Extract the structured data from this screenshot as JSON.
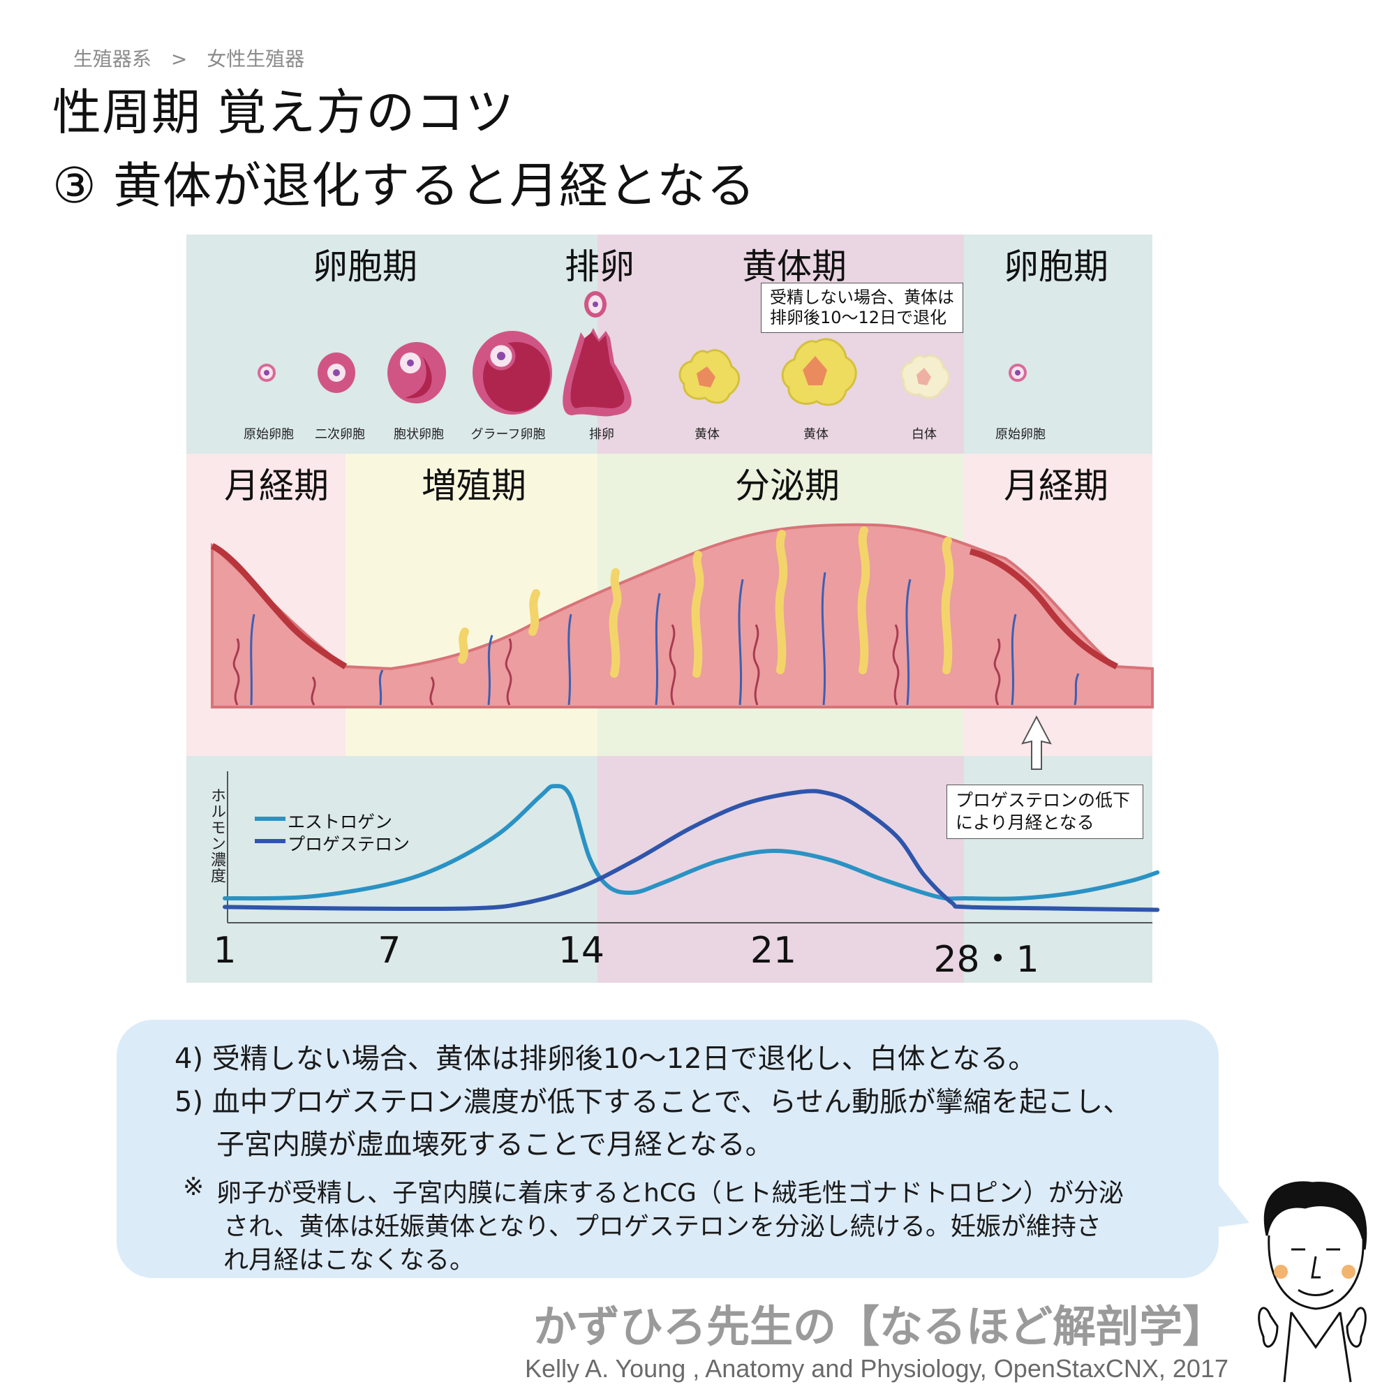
{
  "breadcrumb": [
    "生殖器系",
    ">",
    "女性生殖器"
  ],
  "title": {
    "line1": "性周期 覚え方のコツ",
    "line2": "③ 黄体が退化すると月経となる"
  },
  "ovary_phases": [
    "卵胞期",
    "排卵",
    "黄体期",
    "卵胞期"
  ],
  "ovary_note": [
    "受精しない場合、黄体は",
    "排卵後10〜12日で退化"
  ],
  "follicle_labels": [
    "原始卵胞",
    "二次卵胞",
    "胞状卵胞",
    "グラーフ卵胞",
    "排卵",
    "黄体",
    "黄体",
    "白体",
    "原始卵胞"
  ],
  "uterine_phases": [
    "月経期",
    "増殖期",
    "分泌期",
    "月経期"
  ],
  "colors": {
    "follicular_bg": "#dbe9e8",
    "luteal_bg": "#e9d6e2",
    "menstrual_bg": "#fbe8ea",
    "proliferative_bg": "#f9f8df",
    "secretory_bg": "#ebf3de",
    "estrogen": "#2a92c4",
    "progesterone": "#2f55ab",
    "bubble": "#dcebf8"
  },
  "hormone_note": [
    "プロゲステロンの低下",
    "により月経となる"
  ],
  "chart_data": {
    "type": "line",
    "ylabel": "ホルモン濃度",
    "xlabel": "",
    "xlim": [
      1,
      35
    ],
    "ylim": [
      0,
      100
    ],
    "x_ticks": [
      1,
      7,
      14,
      21,
      28
    ],
    "x_tick_labels": [
      "1",
      "7",
      "14",
      "21",
      "28・1"
    ],
    "legend": "top-left",
    "series": [
      {
        "name": "エストロゲン",
        "color": "#2a92c4",
        "points": [
          [
            1,
            17
          ],
          [
            4,
            18
          ],
          [
            7,
            27
          ],
          [
            9,
            40
          ],
          [
            11,
            62
          ],
          [
            12.5,
            88
          ],
          [
            13,
            95
          ],
          [
            13.6,
            88
          ],
          [
            14.3,
            45
          ],
          [
            15,
            25
          ],
          [
            15.9,
            21
          ],
          [
            17,
            28
          ],
          [
            19,
            43
          ],
          [
            21,
            50
          ],
          [
            23,
            44
          ],
          [
            25,
            30
          ],
          [
            27,
            18
          ],
          [
            28,
            17
          ],
          [
            30,
            17
          ],
          [
            32,
            21
          ],
          [
            34,
            29
          ],
          [
            35,
            35
          ]
        ]
      },
      {
        "name": "プロゲステロン",
        "color": "#2f55ab",
        "points": [
          [
            1,
            11
          ],
          [
            5,
            10
          ],
          [
            10,
            10
          ],
          [
            12,
            14
          ],
          [
            14,
            25
          ],
          [
            16,
            44
          ],
          [
            18,
            66
          ],
          [
            20,
            83
          ],
          [
            22,
            91
          ],
          [
            23,
            90
          ],
          [
            24,
            82
          ],
          [
            25.5,
            60
          ],
          [
            26.5,
            33
          ],
          [
            27.5,
            14
          ],
          [
            28,
            11
          ],
          [
            31,
            10
          ],
          [
            35,
            9
          ]
        ]
      }
    ]
  },
  "explanation": {
    "line4": "4) 受精しない場合、黄体は排卵後10〜12日で退化し、白体となる。",
    "line5a": "5) 血中プロゲステロン濃度が低下することで、らせん動脈が攣縮を起こし、",
    "line5b": "子宮内膜が虚血壊死することで月経となる。",
    "note_mark": "※",
    "note1": "卵子が受精し、子宮内膜に着床するとhCG（ヒト絨毛性ゴナドトロピン）が分泌",
    "note2": "され、黄体は妊娠黄体となり、プロゲステロンを分泌し続ける。妊娠が維持さ",
    "note3": "れ月経はこなくなる。"
  },
  "footer": {
    "brand": "かずひろ先生の【なるほど解剖学】",
    "citation": "Kelly A. Young , Anatomy and Physiology, OpenStaxCNX, 2017"
  }
}
